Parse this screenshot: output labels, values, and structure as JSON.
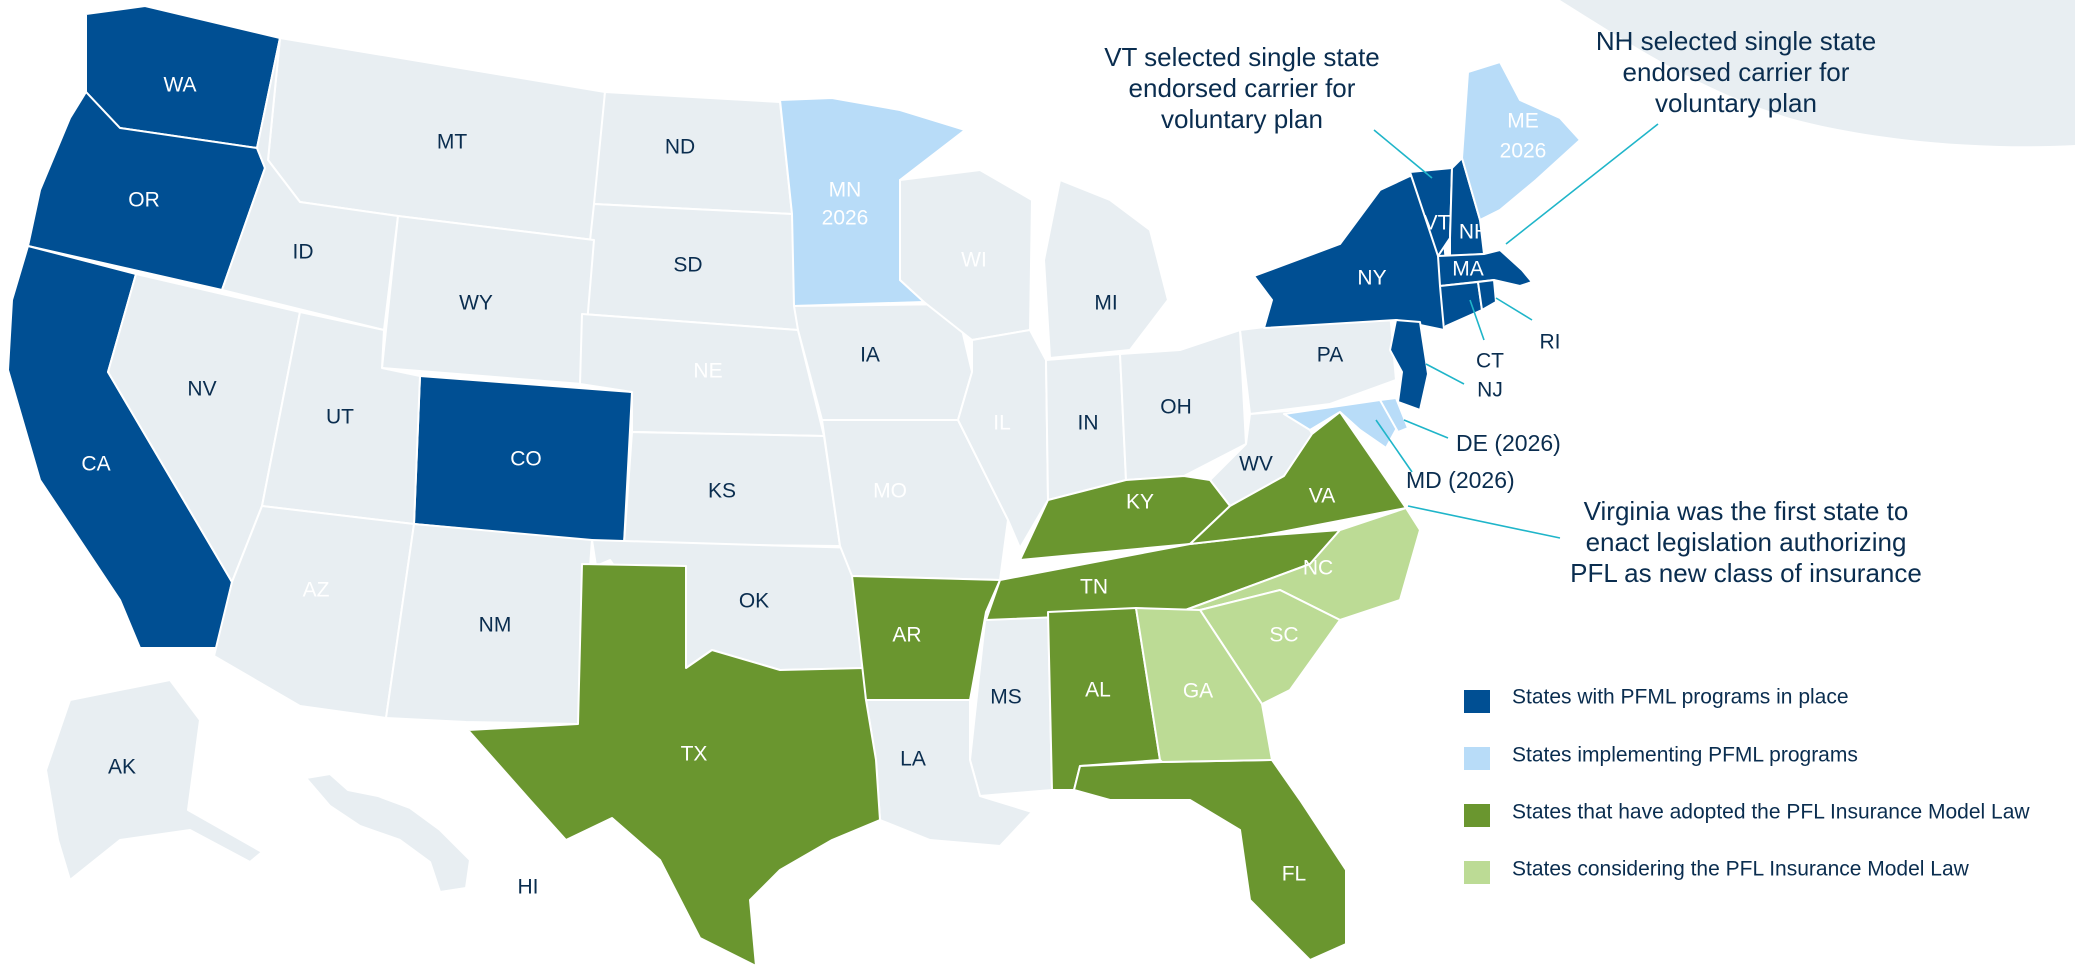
{
  "colors": {
    "pfml_in_place": "#004f93",
    "implementing_pfml": "#b8dcf8",
    "adopted_model_law": "#6a962f",
    "considering_model_law": "#bcdb95",
    "other": "#e8eef2",
    "label_dark": "#0a2d4f",
    "label_light": "#ffffff"
  },
  "states": {
    "WA": "WA",
    "OR": "OR",
    "CA": "CA",
    "CO": "CO",
    "NY": "NY",
    "VT": "VT",
    "NH": "NH",
    "MA": "MA",
    "ME": "ME",
    "ME_year": "2026",
    "MN": "MN",
    "MN_year": "2026",
    "MT": "MT",
    "ND": "ND",
    "ID": "ID",
    "SD": "SD",
    "WY": "WY",
    "NV": "NV",
    "UT": "UT",
    "NE": "NE",
    "IA": "IA",
    "WI": "WI",
    "MI": "MI",
    "IL": "IL",
    "IN": "IN",
    "OH": "OH",
    "PA": "PA",
    "KS": "KS",
    "MO": "MO",
    "KY": "KY",
    "WV": "WV",
    "VA": "VA",
    "AZ": "AZ",
    "NM": "NM",
    "OK": "OK",
    "TX": "TX",
    "AR": "AR",
    "TN": "TN",
    "NC": "NC",
    "SC": "SC",
    "GA": "GA",
    "AL": "AL",
    "MS": "MS",
    "LA": "LA",
    "FL": "FL",
    "AK": "AK",
    "HI": "HI",
    "CT": "CT",
    "RI": "RI",
    "NJ": "NJ",
    "DE": "DE (2026)",
    "MD": "MD (2026)"
  },
  "callouts": {
    "vt": [
      "VT selected single state",
      "endorsed carrier for",
      "voluntary plan"
    ],
    "nh": [
      "NH selected single state",
      "endorsed carrier for",
      "voluntary plan"
    ],
    "va": [
      "Virginia was the first state to",
      "enact legislation authorizing",
      "PFL as new class of insurance"
    ]
  },
  "legend": [
    {
      "label": "States with PFML programs in place",
      "color": "#004f93"
    },
    {
      "label": "States implementing PFML programs",
      "color": "#b8dcf8"
    },
    {
      "label": "States that have adopted the PFL Insurance Model Law",
      "color": "#6a962f"
    },
    {
      "label": "States considering the PFL Insurance Model Law",
      "color": "#bcdb95"
    }
  ]
}
